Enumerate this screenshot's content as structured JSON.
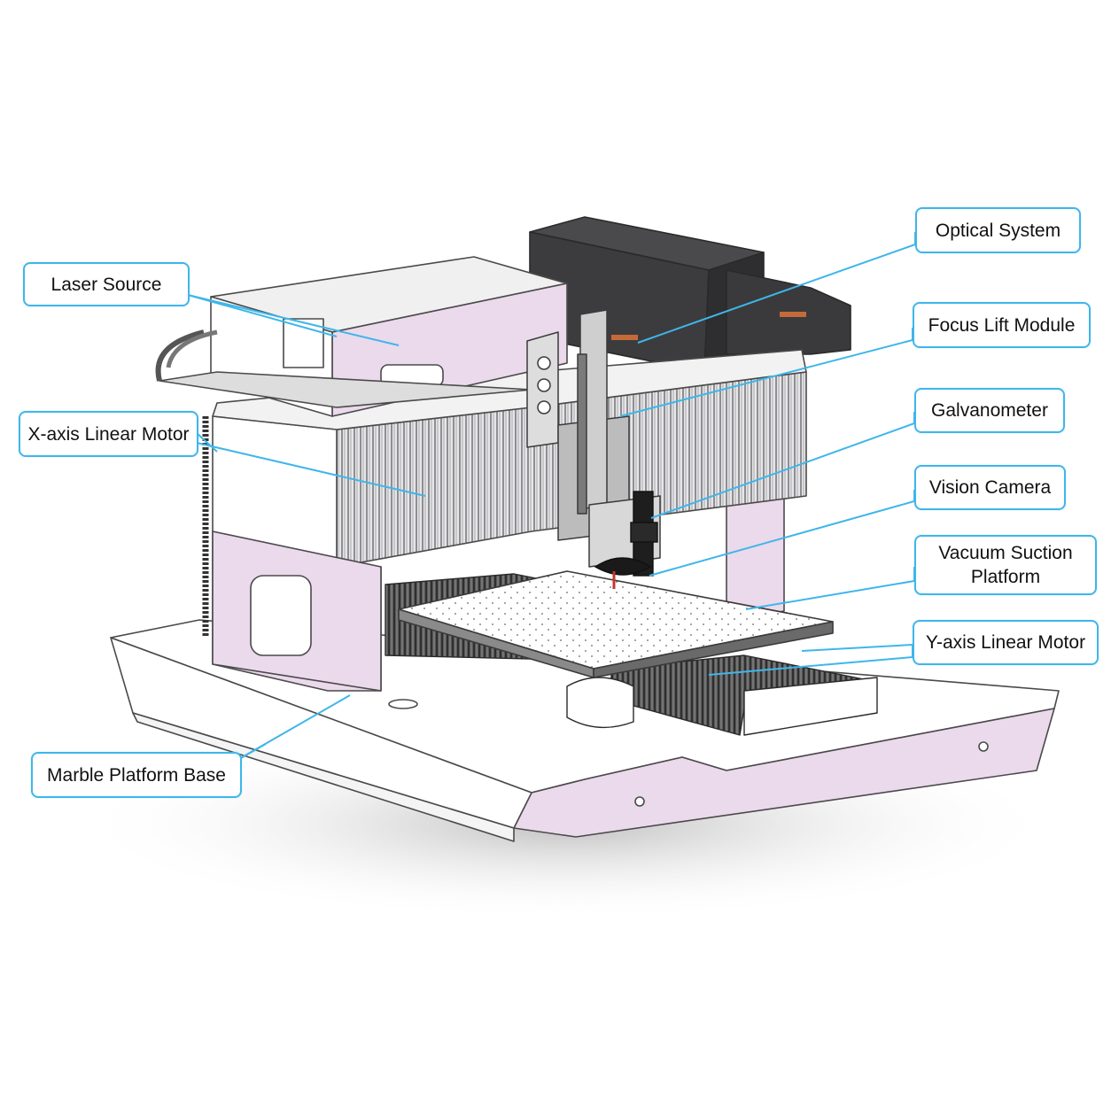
{
  "colors": {
    "accent_line": "#3fb6ea",
    "lavender_body": "#ebd9ec",
    "dark_housing": "#3c3c3e",
    "outline": "#4a4a4a",
    "background": "#ffffff"
  },
  "labels": {
    "laser_source": "Laser Source",
    "x_axis_motor": "X-axis Linear Motor",
    "marble_base": "Marble Platform Base",
    "optical_system": "Optical System",
    "focus_lift": "Focus Lift Module",
    "galvanometer": "Galvanometer",
    "vision_camera": "Vision Camera",
    "vacuum_platform": "Vacuum Suction\nPlatform",
    "y_axis_motor": "Y-axis Linear Motor"
  }
}
